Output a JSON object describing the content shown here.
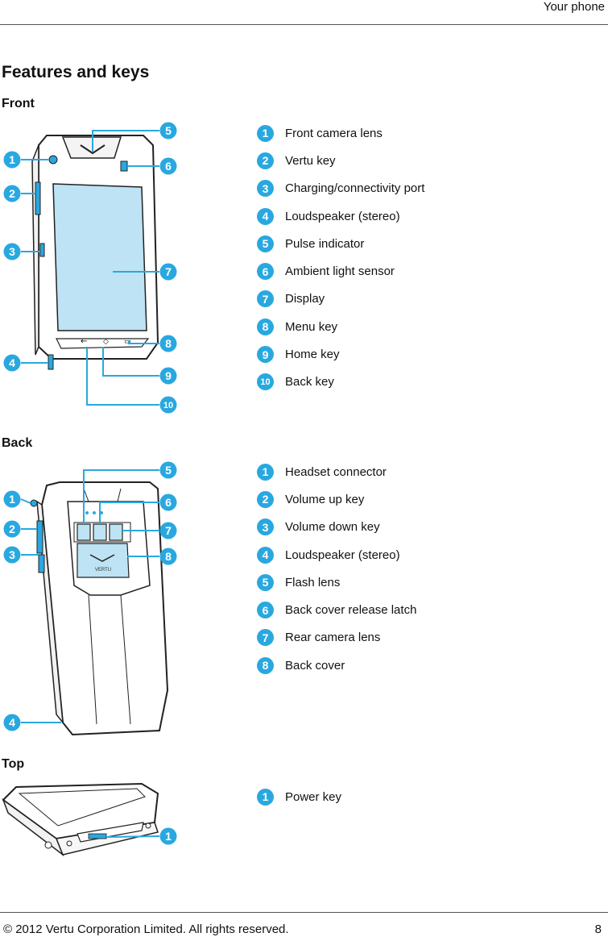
{
  "header": {
    "section": "Your phone"
  },
  "page": {
    "heading": "Features and keys"
  },
  "sections": {
    "front": {
      "title": "Front",
      "items": [
        {
          "num": "1",
          "label": "Front camera lens"
        },
        {
          "num": "2",
          "label": "Vertu key"
        },
        {
          "num": "3",
          "label": "Charging/connectivity port"
        },
        {
          "num": "4",
          "label": "Loudspeaker (stereo)"
        },
        {
          "num": "5",
          "label": "Pulse indicator"
        },
        {
          "num": "6",
          "label": "Ambient light sensor"
        },
        {
          "num": "7",
          "label": "Display"
        },
        {
          "num": "8",
          "label": "Menu key"
        },
        {
          "num": "9",
          "label": "Home key"
        },
        {
          "num": "10",
          "label": "Back key"
        }
      ]
    },
    "back": {
      "title": "Back",
      "items": [
        {
          "num": "1",
          "label": "Headset connector"
        },
        {
          "num": "2",
          "label": "Volume up key"
        },
        {
          "num": "3",
          "label": "Volume down key"
        },
        {
          "num": "4",
          "label": "Loudspeaker (stereo)"
        },
        {
          "num": "5",
          "label": "Flash lens"
        },
        {
          "num": "6",
          "label": "Back cover release latch"
        },
        {
          "num": "7",
          "label": "Rear camera lens"
        },
        {
          "num": "8",
          "label": "Back cover"
        }
      ]
    },
    "top": {
      "title": "Top",
      "items": [
        {
          "num": "1",
          "label": "Power key"
        }
      ]
    }
  },
  "logo": {
    "brand": "VERTU"
  },
  "callouts": {
    "front": [
      "1",
      "2",
      "3",
      "4",
      "5",
      "6",
      "7",
      "8",
      "9",
      "10"
    ],
    "back": [
      "1",
      "2",
      "3",
      "4",
      "5",
      "6",
      "7",
      "8"
    ],
    "top": [
      "1"
    ]
  },
  "colors": {
    "accent": "#29a8e0",
    "display_fill": "#bde3f4",
    "callout_line": "#29a8e0"
  },
  "footer": {
    "copyright": "© 2012 Vertu Corporation Limited. All rights reserved.",
    "page_number": "8"
  }
}
